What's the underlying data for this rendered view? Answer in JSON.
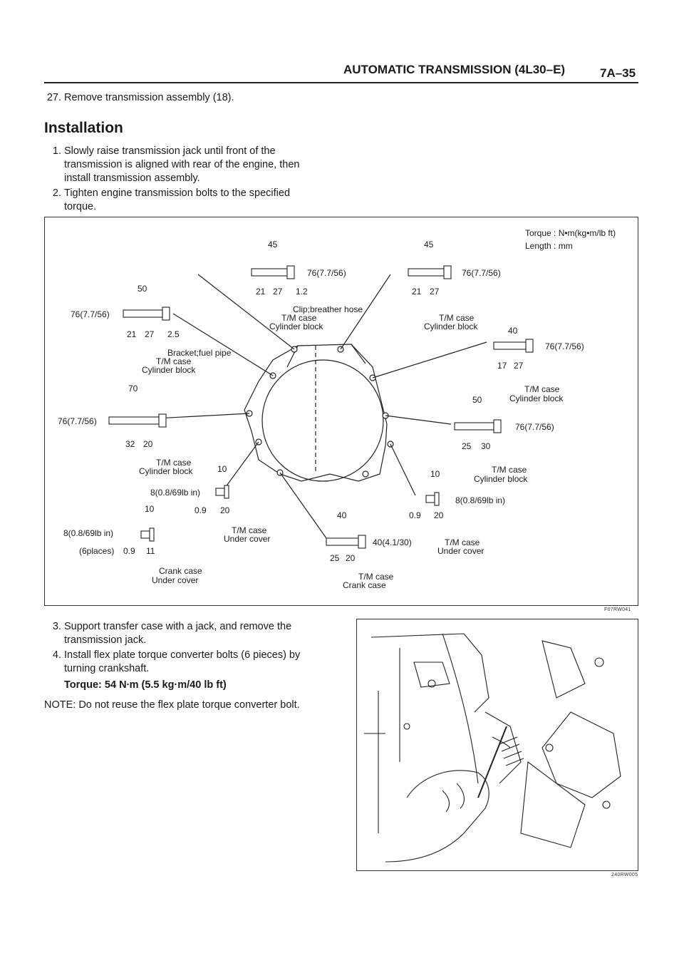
{
  "header": {
    "title": "AUTOMATIC TRANSMISSION (4L30–E)",
    "page": "7A–35"
  },
  "step27": {
    "num": "27.",
    "text": "Remove transmission assembly (18)."
  },
  "section_heading": "Installation",
  "steps_top": [
    {
      "num": "1.",
      "lines": [
        "Slowly raise transmission jack until front of the",
        "transmission is aligned with rear of the engine, then",
        "install transmission assembly."
      ]
    },
    {
      "num": "2.",
      "lines": [
        "Tighten engine transmission bolts to the specified",
        "torque."
      ]
    }
  ],
  "figure": {
    "id": "F07RW041",
    "legend": {
      "torque": "Torque : N•m(kg•m/lb ft)",
      "length": "Length : mm"
    },
    "bolts": {
      "top_center": {
        "len": "45",
        "torque": "76(7.7/56)",
        "d1": "21",
        "d2": "27",
        "d3": "1.2",
        "l1": "Clip;breather hose",
        "l2": "T/M case",
        "l3": "Cylinder block"
      },
      "top_right": {
        "len": "45",
        "torque": "76(7.7/56)",
        "d1": "21",
        "d2": "27",
        "l1": "T/M case",
        "l2": "Cylinder block"
      },
      "upper_left": {
        "len": "50",
        "torque": "76(7.7/56)",
        "d1": "21",
        "d2": "27",
        "d3": "2.5",
        "l1": "Bracket;fuel pipe",
        "l2": "T/M case",
        "l3": "Cylinder block"
      },
      "right_upper": {
        "len": "40",
        "torque": "76(7.7/56)",
        "d1": "17",
        "d2": "27",
        "l1": "T/M case",
        "l2": "Cylinder block"
      },
      "mid_left": {
        "len": "70",
        "torque": "76(7.7/56)",
        "d1": "32",
        "d2": "20",
        "l1": "T/M case",
        "l2": "Cylinder block"
      },
      "mid_right": {
        "len": "50",
        "torque": "76(7.7/56)",
        "d1": "25",
        "d2": "30",
        "l1": "T/M case",
        "l2": "Cylinder block"
      },
      "small_center": {
        "len": "10",
        "torque": "8(0.8/69lb in)",
        "d1": "0.9",
        "d2": "20",
        "l1": "T/M case",
        "l2": "Under cover"
      },
      "small_right": {
        "len": "10",
        "torque": "8(0.8/69lb in)",
        "d1": "0.9",
        "d2": "20",
        "l1": "T/M case",
        "l2": "Under cover"
      },
      "small_left": {
        "len": "10",
        "torque": "8(0.8/69lb in)",
        "places": "(6places)",
        "d1": "0.9",
        "d2": "11",
        "l1": "Crank case",
        "l2": "Under cover"
      },
      "bottom": {
        "len": "40",
        "torque": "40(4.1/30)",
        "d1": "25",
        "d2": "20",
        "l1": "T/M case",
        "l2": "Crank case"
      }
    }
  },
  "steps_bottom": [
    {
      "num": "3.",
      "lines": [
        "Support transfer case with a jack, and remove the",
        "transmission jack."
      ]
    },
    {
      "num": "4.",
      "lines": [
        "Install flex plate torque converter bolts (6 pieces) by",
        "turning crankshaft."
      ]
    }
  ],
  "torque_spec": "Torque: 54 N∙m (5.5 kg·m/40 lb ft)",
  "note": "NOTE: Do not reuse the flex plate torque converter bolt.",
  "photo": {
    "id": "240RW005"
  }
}
